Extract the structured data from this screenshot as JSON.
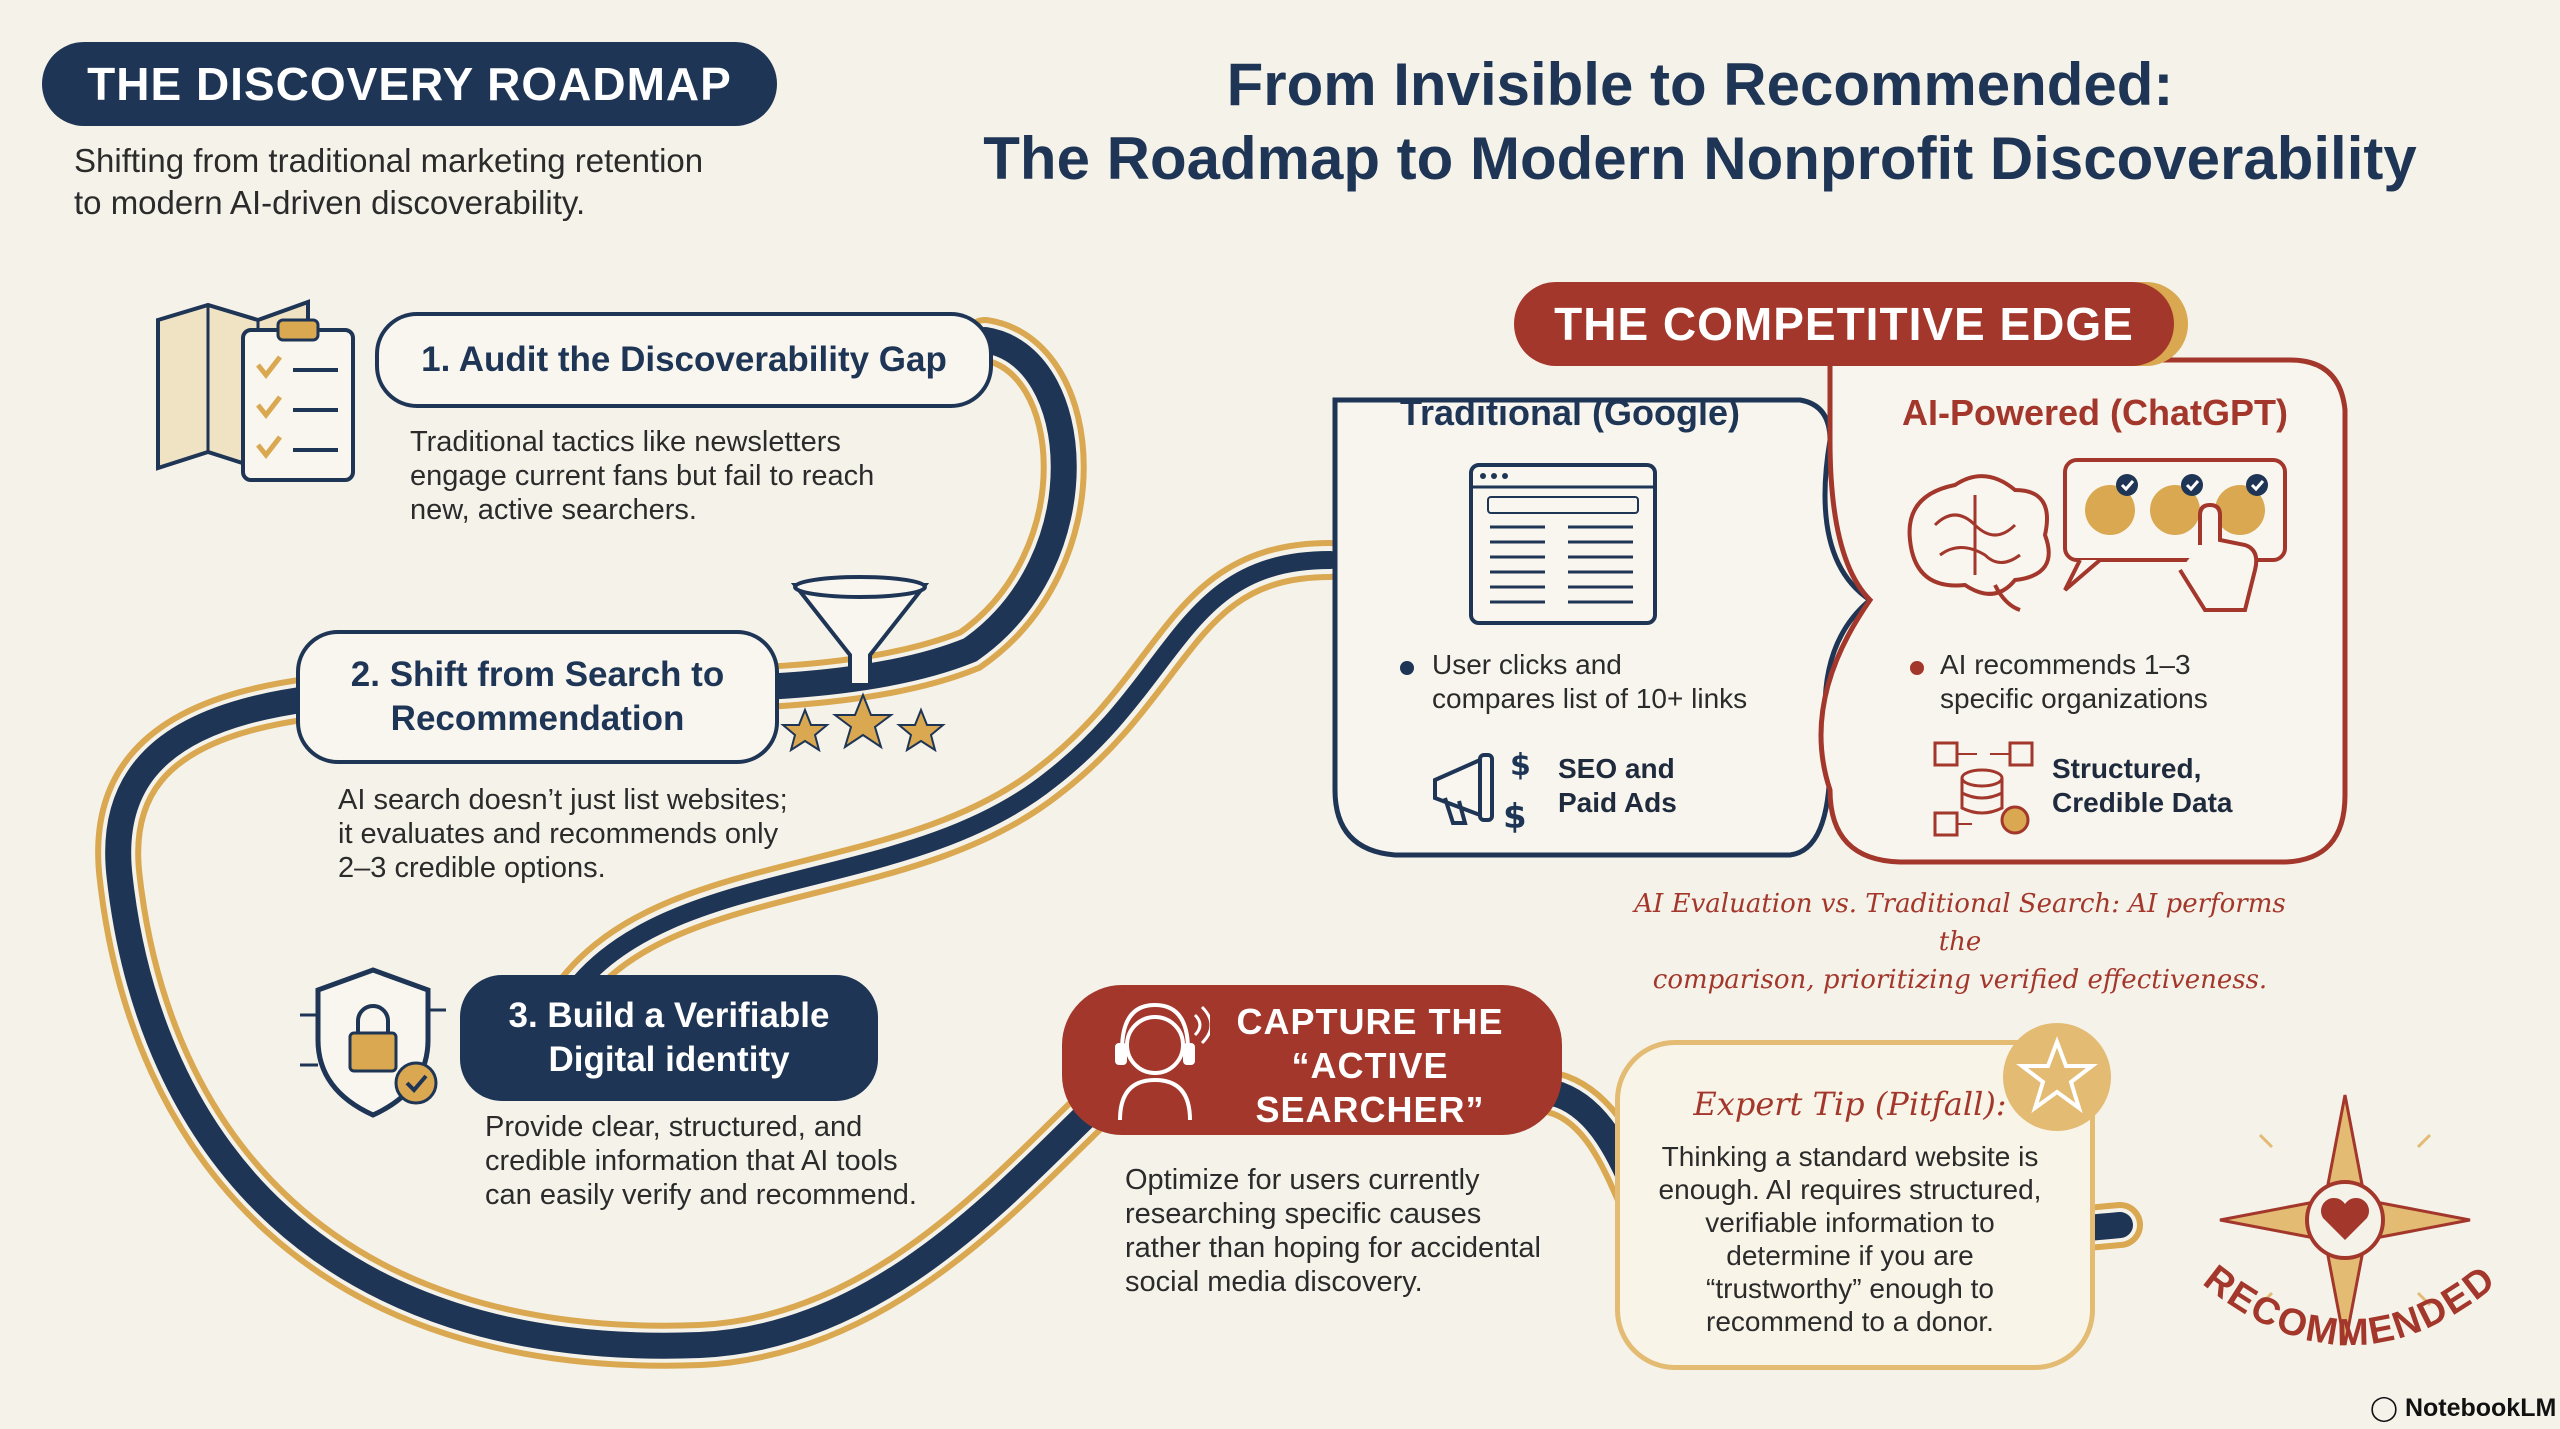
{
  "header": {
    "badge": "THE DISCOVERY ROADMAP",
    "subtitle_line1": "Shifting from traditional marketing retention",
    "subtitle_line2": "to modern AI-driven discoverability.",
    "title_line1": "From Invisible to Recommended:",
    "title_line2": "The Roadmap to Modern Nonprofit Discoverability"
  },
  "steps": [
    {
      "title": "1. Audit the Discoverability Gap",
      "desc": [
        "Traditional tactics like newsletters",
        "engage current fans but fail to reach",
        "new, active searchers."
      ]
    },
    {
      "title_line1": "2. Shift from Search to",
      "title_line2": "Recommendation",
      "desc": [
        "AI search doesn’t just list websites;",
        "it evaluates and recommends only",
        "2–3 credible options."
      ]
    },
    {
      "title_line1": "3. Build a Verifiable",
      "title_line2": "Digital identity",
      "desc": [
        "Provide clear, structured, and",
        "credible information that AI tools",
        "can easily verify and recommend."
      ]
    }
  ],
  "comparison": {
    "title": "THE COMPETITIVE EDGE",
    "traditional": {
      "heading": "Traditional (Google)",
      "bullet_line1": "User clicks and",
      "bullet_line2": "compares list of 10+ links",
      "feature_line1": "SEO and",
      "feature_line2": "Paid Ads"
    },
    "ai": {
      "heading": "AI-Powered (ChatGPT)",
      "bullet_line1": "AI recommends 1–3",
      "bullet_line2": "specific organizations",
      "feature_line1": "Structured,",
      "feature_line2": "Credible Data"
    },
    "note_line1": "AI Evaluation vs. Traditional Search: AI performs the",
    "note_line2": "comparison, prioritizing verified effectiveness."
  },
  "capture": {
    "line1": "CAPTURE THE",
    "line2": "“ACTIVE",
    "line3": "SEARCHER”",
    "desc": [
      "Optimize for users currently",
      "researching specific causes",
      "rather than hoping for accidental",
      "social media discovery."
    ]
  },
  "tip": {
    "title": "Expert Tip (Pitfall):",
    "lines": [
      "Thinking a standard website is",
      "enough. AI requires structured,",
      "verifiable information to",
      "determine if you are",
      "“trustworthy” enough to",
      "recommend to a donor."
    ]
  },
  "stamp": "RECOMMENDED",
  "brand": "NotebookLM",
  "colors": {
    "navy": "#1e3556",
    "gold": "#d9a850",
    "rust": "#a3372b",
    "paper": "#f5f2e9"
  }
}
